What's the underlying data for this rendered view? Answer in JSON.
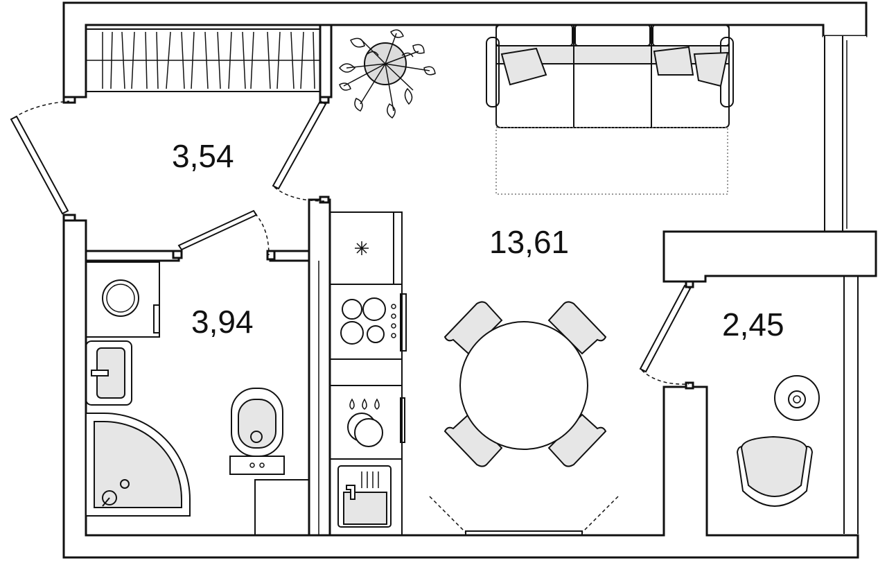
{
  "plan": {
    "rooms": [
      {
        "id": "hallway",
        "area": "3,54"
      },
      {
        "id": "living-kitchen",
        "area": "13,61"
      },
      {
        "id": "bathroom",
        "area": "3,94"
      },
      {
        "id": "balcony",
        "area": "2,45"
      }
    ],
    "colors": {
      "wall": "#111111",
      "fixture_fill": "#e6e6e6",
      "background": "#ffffff"
    }
  }
}
